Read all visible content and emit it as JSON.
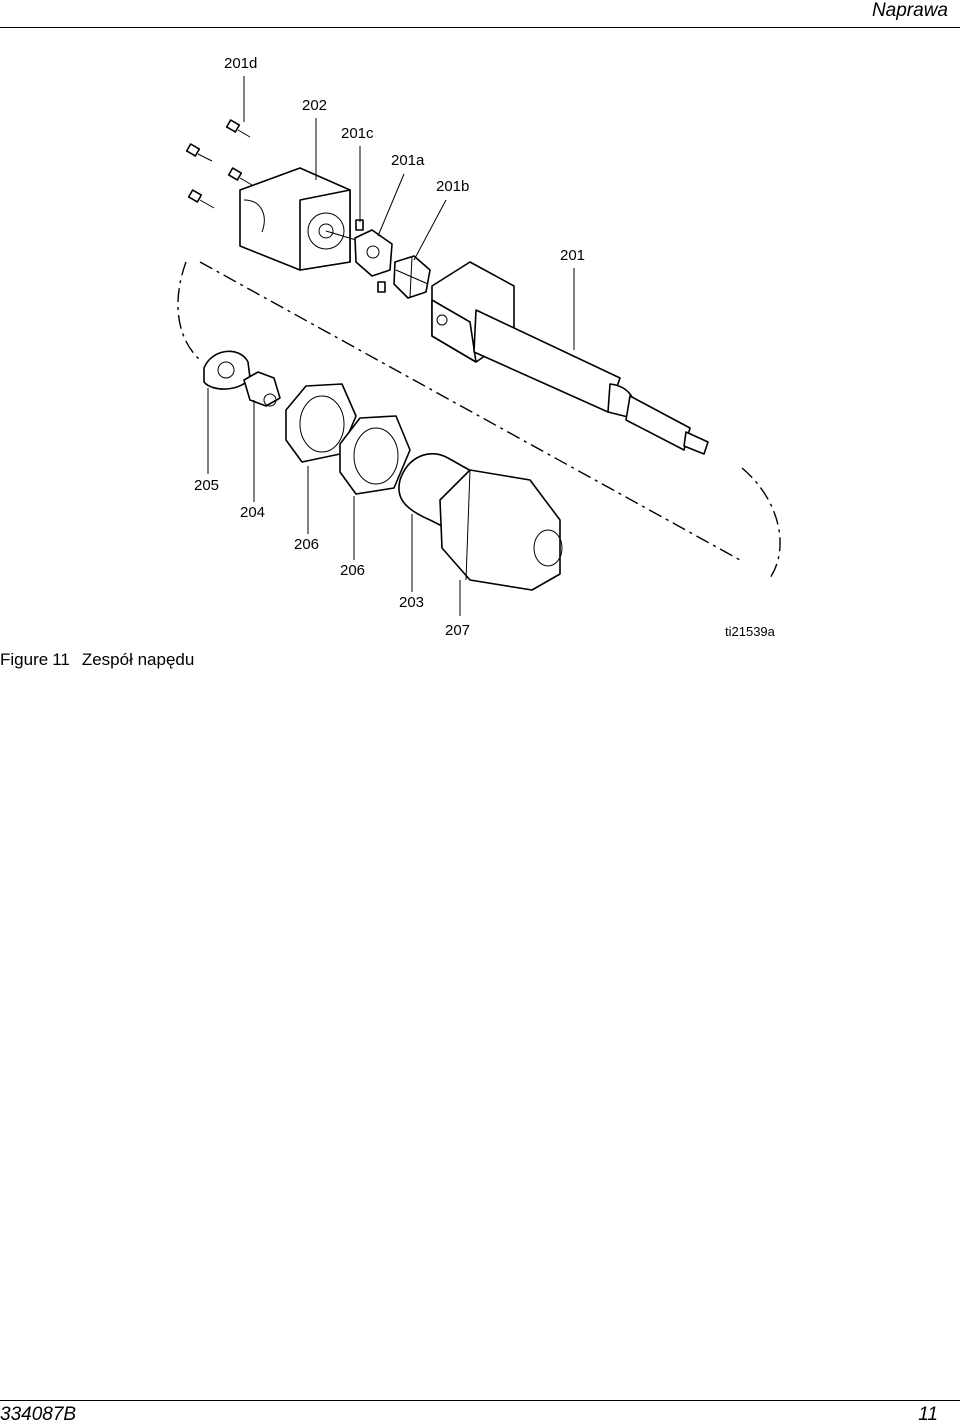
{
  "header": {
    "section": "Naprawa"
  },
  "figure": {
    "labels": {
      "l201d": "201d",
      "l202": "202",
      "l201c": "201c",
      "l201a": "201a",
      "l201b": "201b",
      "l201": "201",
      "l205": "205",
      "l204": "204",
      "l206a": "206",
      "l206b": "206",
      "l203": "203",
      "l207": "207"
    },
    "image_id": "ti21539a",
    "caption_prefix": "Figure",
    "caption_number": "11",
    "caption_title": "Zespół napędu"
  },
  "footer": {
    "doc_number": "334087B",
    "page_number": "11"
  }
}
